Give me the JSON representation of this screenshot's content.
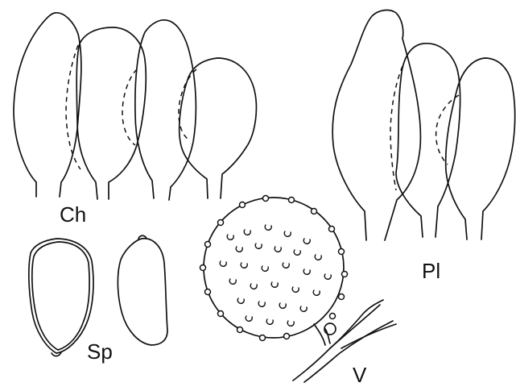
{
  "labels": {
    "cheilocystidia": "Ch",
    "pleurocystidia": "Pl",
    "spores": "Sp",
    "veil": "V"
  },
  "icons": [
    "cheilocystidia-drawing",
    "pleurocystidia-drawing",
    "spore-drawing",
    "veil-cell-drawing"
  ],
  "colors": {
    "ink": "#111111",
    "paper": "#ffffff"
  }
}
